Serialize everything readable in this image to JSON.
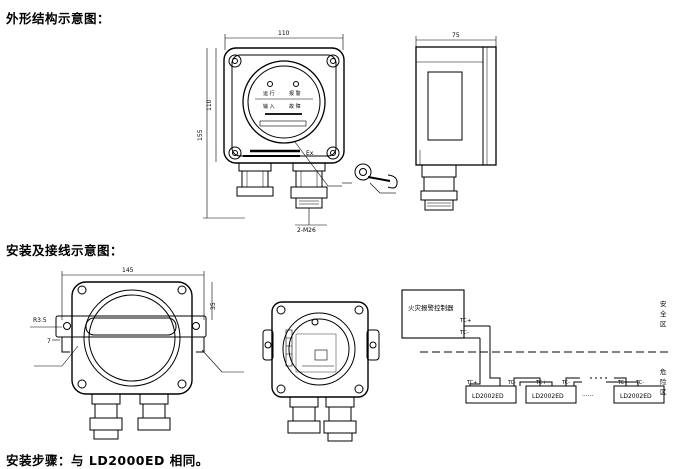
{
  "headings": {
    "outline": "外形结构示意图：",
    "install": "安装及接线示意图：",
    "steps": "安装步骤：与 LD2000ED 相同。"
  },
  "dims": {
    "front_width": "110",
    "front_inner_height": "110",
    "front_total_height": "155",
    "side_depth": "75",
    "cable_entry": "2-M26",
    "mount_width": "145",
    "mount_hole": "R3.5",
    "mount_offset": "7",
    "mount_height": "35",
    "ex_mark": "Ex"
  },
  "panel": {
    "label_a": "运 行",
    "label_b": "报 警",
    "label_c": "输 入",
    "label_d": "故 障"
  },
  "wiring": {
    "controller": "火灾报警控制器",
    "safe_zone": "安全区",
    "danger_zone": "危险区",
    "tc_plus": "TC+",
    "tc_minus": "TC-",
    "device": "LD2002ED",
    "ellipsis": "······"
  }
}
